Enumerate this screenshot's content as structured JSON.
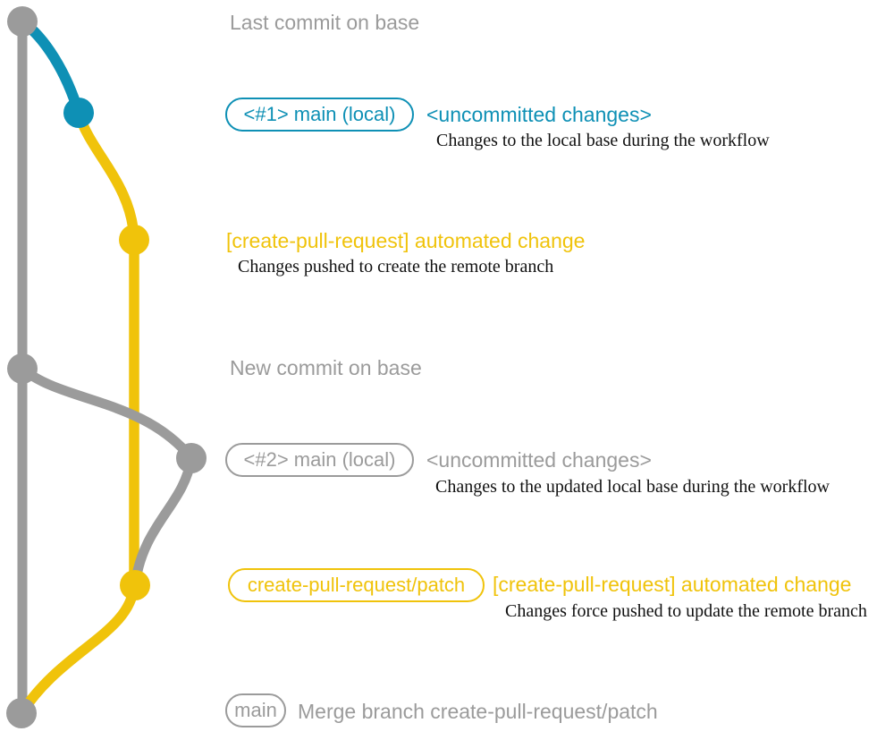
{
  "colors": {
    "gray": "#9b9b9b",
    "blue": "#0e90b5",
    "yellow": "#f0c30b",
    "ink": "#111111",
    "bg": "#ffffff"
  },
  "graph": {
    "commit_nodes": [
      {
        "id": "base-last-commit",
        "color": "gray"
      },
      {
        "id": "local-main-1",
        "color": "blue"
      },
      {
        "id": "patch-automated-change-1",
        "color": "yellow"
      },
      {
        "id": "base-new-commit",
        "color": "gray"
      },
      {
        "id": "local-main-2",
        "color": "gray"
      },
      {
        "id": "patch-automated-change-2",
        "color": "yellow"
      },
      {
        "id": "base-merge-commit",
        "color": "gray"
      }
    ]
  },
  "captions": {
    "last_commit": "Last commit on base",
    "new_commit": "New commit on base"
  },
  "row1": {
    "pill": "<#1> main (local)",
    "heading": "<uncommitted changes>",
    "desc": "Changes to the local base during the workflow"
  },
  "row2": {
    "heading": "[create-pull-request] automated change",
    "desc": "Changes pushed to create the remote branch"
  },
  "row3": {
    "pill": "<#2> main (local)",
    "heading": "<uncommitted changes>",
    "desc": "Changes to the updated local base during the workflow"
  },
  "row4": {
    "pill": "create-pull-request/patch",
    "heading": "[create-pull-request] automated change",
    "desc": "Changes force pushed to update the remote branch"
  },
  "row5": {
    "pill": "main",
    "text": "Merge branch create-pull-request/patch"
  }
}
